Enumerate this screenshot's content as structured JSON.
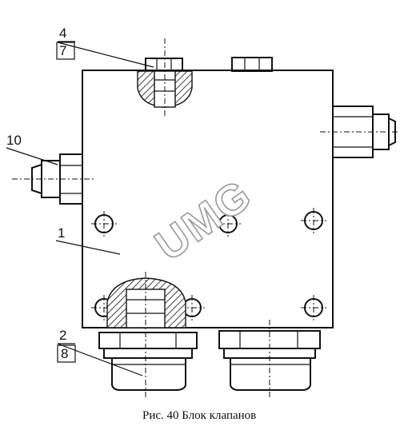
{
  "labels": {
    "part_4": "4",
    "part_7": "7",
    "part_10": "10",
    "part_1": "1",
    "part_2": "2",
    "part_8": "8"
  },
  "watermark": "UMG",
  "caption": "Рис. 40 Блок клапанов"
}
